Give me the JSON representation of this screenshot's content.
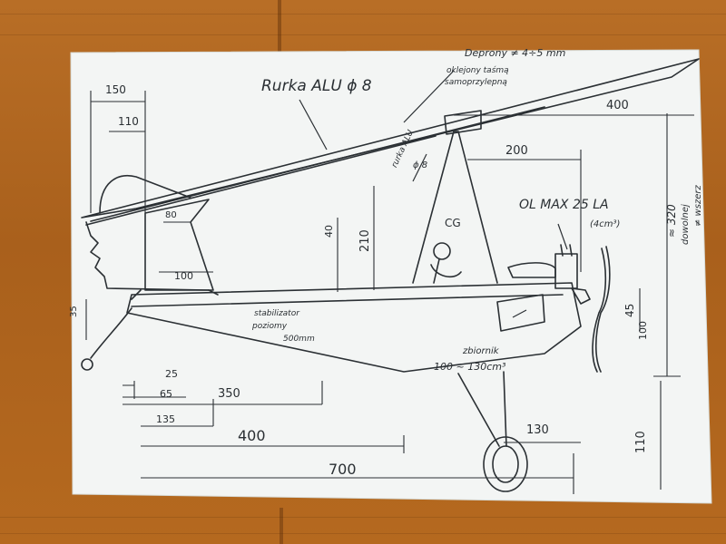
{
  "drawing": {
    "tube_top": "Rurka ALU ϕ 8",
    "brace_note_l1": "Deprony ≠ 4÷5 mm",
    "brace_note_l2": "oklejony taśmą",
    "brace_note_l3": "samoprzylepną",
    "tube_mid_l1": "rurka ALU",
    "tube_mid_l2": "ϕ 8",
    "cg": "CG",
    "engine": "OL MAX 25 LA",
    "engine_vol": "(4cm³)",
    "stab_l1": "stabilizator",
    "stab_l2": "poziomy",
    "stab_l3": "500mm",
    "tank_l1": "zbiornik",
    "tank_l2": "100 ~ 130cm³",
    "side_note_l1": "dowolnej",
    "side_note_l2": "≠ wszerz",
    "approx_320": "≈ 320",
    "dims": {
      "d150": "150",
      "d110": "110",
      "d400_top": "400",
      "d200": "200",
      "d80": "80",
      "d40": "40",
      "d210": "210",
      "d100_tail": "100",
      "d35": "35",
      "d45": "45",
      "d100_side": "100",
      "d25": "25",
      "d65": "65",
      "d350": "350",
      "d135": "135",
      "d400_bottom": "400",
      "d700": "700",
      "d130": "130",
      "d110_gear": "110"
    }
  },
  "colors": {
    "wood": "#b06620",
    "paper": "#f4f6f5",
    "ink": "#2a2f33"
  }
}
